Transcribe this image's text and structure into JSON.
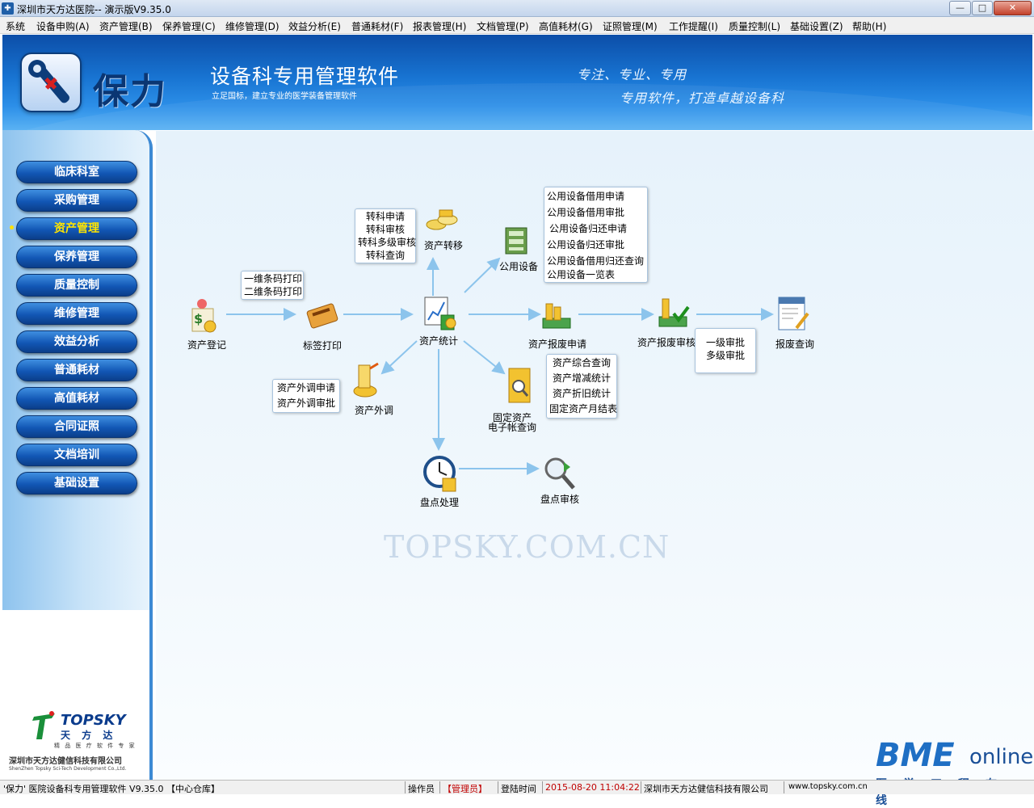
{
  "window": {
    "title": "深圳市天方达医院-- 演示版V9.35.0",
    "min": "—",
    "max": "□",
    "close": "✕"
  },
  "menu": [
    "系统",
    "设备申购(A)",
    "资产管理(B)",
    "保养管理(C)",
    "维修管理(D)",
    "效益分析(E)",
    "普通耗材(F)",
    "报表管理(H)",
    "文档管理(P)",
    "高值耗材(G)",
    "证照管理(M)",
    "工作提醒(I)",
    "质量控制(L)",
    "基础设置(Z)",
    "帮助(H)"
  ],
  "banner": {
    "brand": "保力",
    "title": "设备科专用管理软件",
    "subtitle": "立足国标，建立专业的医学装备管理软件",
    "slogan1": "专注、专业、专用",
    "slogan2": "专用软件，打造卓越设备科"
  },
  "sidebar": {
    "items": [
      "临床科室",
      "采购管理",
      "资产管理",
      "保养管理",
      "质量控制",
      "维修管理",
      "效益分析",
      "普通耗材",
      "高值耗材",
      "合同证照",
      "文档培训",
      "基础设置"
    ],
    "active": "资产管理",
    "company": {
      "brand": "TOPSKY",
      "brand_cn": "天 方 达",
      "tagline": "精 品 医 疗 软 件 专 家",
      "name_cn": "深圳市天方达健信科技有限公司",
      "name_en": "ShenZhen Topsky Sci-Tech Development Co.,Ltd."
    }
  },
  "flow": {
    "nodes": {
      "register": "资产登记",
      "label_print": "标签打印",
      "stats": "资产统计",
      "transfer": "资产转移",
      "public": "公用设备",
      "scrap_apply": "资产报废申请",
      "scrap_review": "资产报废审核",
      "scrap_query": "报废查询",
      "external": "资产外调",
      "ledger_1": "固定资产",
      "ledger_2": "电子帐查询",
      "inventory": "盘点处理",
      "inventory_review": "盘点审核"
    },
    "notes": {
      "barcode": [
        "一维条码打印",
        "二维条码打印"
      ],
      "transfer": [
        "转科申请",
        "转科审核",
        "转科多级审核",
        "转科查询"
      ],
      "public": [
        "公用设备借用申请",
        "公用设备借用审批",
        "公用设备归还申请",
        "公用设备归还审批",
        "公用设备借用归还查询",
        "公用设备一览表"
      ],
      "external": [
        "资产外调申请",
        "资产外调审批"
      ],
      "stats": [
        "资产综合查询",
        "资产增减统计",
        "资产折旧统计",
        "固定资产月结表"
      ],
      "approval": [
        "一级审批",
        "多级审批"
      ]
    }
  },
  "watermark": "TOPSKY.COM.CN",
  "bme": {
    "main": "BME",
    "online": "online",
    "cn": "医学工程在线"
  },
  "status": {
    "app": "'保力' 医院设备科专用管理软件 V9.35.0 【中心仓库】",
    "operator_label": "操作员",
    "operator": "【管理员】",
    "login_label": "登陆时间",
    "login_time": "2015-08-20 11:04:22",
    "company": "深圳市天方达健信科技有限公司",
    "site": "www.topsky.com.cn"
  },
  "colors": {
    "accent": "#1874d2",
    "sidebar_button": "#1257b5",
    "active_text": "#ffe500",
    "arrow": "#8cc4ec"
  }
}
